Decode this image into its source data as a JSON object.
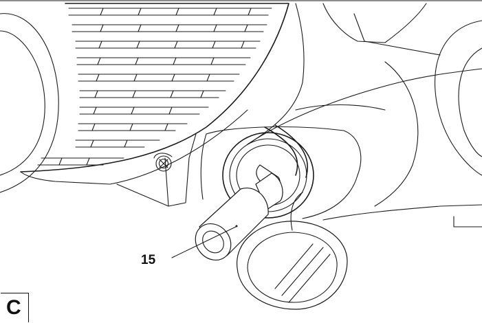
{
  "figure": {
    "panel_label": "C",
    "callouts": [
      {
        "number": "15",
        "target": "plug-connector"
      }
    ]
  },
  "colors": {
    "ink": "#1a1a1a",
    "background": "#ffffff"
  }
}
